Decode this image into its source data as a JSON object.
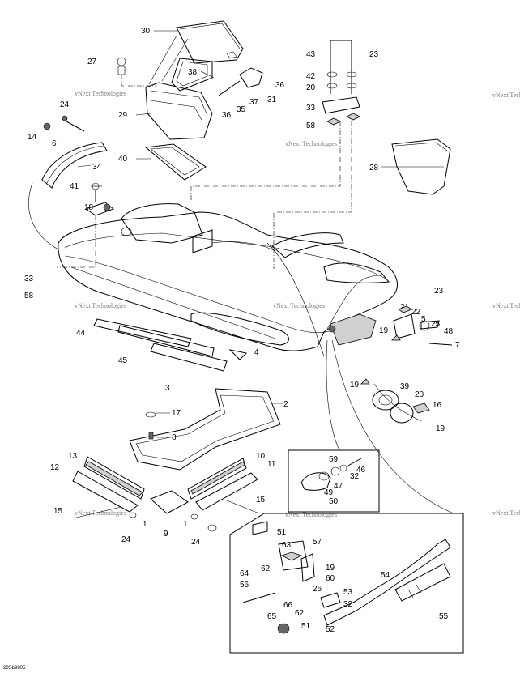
{
  "watermark": "vNext Technologies",
  "drawing_code": "28Sb9805",
  "callouts": [
    "30",
    "27",
    "38",
    "36",
    "37",
    "31",
    "35",
    "36",
    "43",
    "23",
    "42",
    "20",
    "33",
    "58",
    "24",
    "14",
    "6",
    "29",
    "34",
    "40",
    "28",
    "41",
    "18",
    "33",
    "58",
    "44",
    "45",
    "23",
    "21",
    "22",
    "5",
    "25",
    "48",
    "7",
    "19",
    "3",
    "4",
    "19",
    "39",
    "20",
    "16",
    "19",
    "2",
    "17",
    "8",
    "59",
    "46",
    "47",
    "32",
    "49",
    "50",
    "13",
    "10",
    "12",
    "11",
    "15",
    "15",
    "1",
    "9",
    "1",
    "24",
    "24",
    "51",
    "57",
    "63",
    "19",
    "64",
    "62",
    "60",
    "56",
    "26",
    "53",
    "54",
    "66",
    "62",
    "32",
    "65",
    "51",
    "52",
    "55"
  ]
}
